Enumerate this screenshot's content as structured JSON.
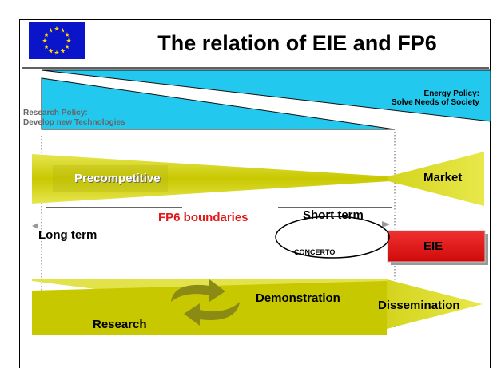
{
  "slide": {
    "title": "The relation of EIE and FP6",
    "emblem": "eu-flag-icon"
  },
  "policies": {
    "energy_line1": "Energy Policy:",
    "energy_line2": "Solve Needs of Society",
    "research_line1": "Research Policy:",
    "research_line2": "Develop new Technologies"
  },
  "market_band": {
    "precompetitive": "Precompetitive",
    "market": "Market"
  },
  "timeline": {
    "boundaries": "FP6 boundaries",
    "short_term": "Short term",
    "long_term": "Long term",
    "concerto": "CONCERTO",
    "eie": "EIE"
  },
  "process": {
    "demonstration": "Demonstration",
    "dissemination": "Dissemination",
    "research": "Research"
  },
  "colors": {
    "policy_wedge": "#22c8ee",
    "olive_band": "#c8c800",
    "eie_red": "#e61414",
    "boundaries_red": "#e01818",
    "arrow_olive": "#8a8a14",
    "eu_blue": "#0a14c8",
    "eu_star": "#ffd800"
  }
}
